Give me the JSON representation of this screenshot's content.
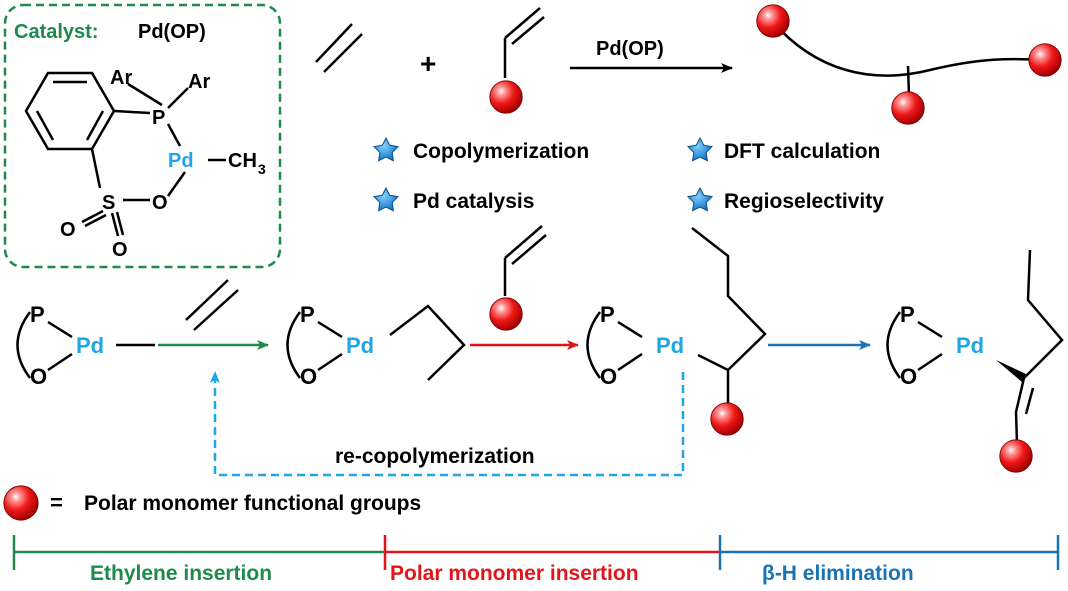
{
  "catalyst_box": {
    "title_label": "Catalyst:",
    "title_name": "Pd(OP)",
    "ar1": "Ar",
    "ar2": "Ar",
    "p": "P",
    "pd": "Pd",
    "ch3": "CH",
    "ch3_sub": "3",
    "s": "S",
    "o_ring": "O",
    "o_left": "O",
    "o_bottom": "O"
  },
  "reaction": {
    "plus": "+",
    "arrow_label": "Pd(OP)"
  },
  "features": [
    {
      "label": "Copolymerization"
    },
    {
      "label": "DFT calculation"
    },
    {
      "label": "Pd catalysis"
    },
    {
      "label": "Regioselectivity"
    }
  ],
  "mechanism": {
    "p_label": "P",
    "pd_label": "Pd",
    "o_label": "O",
    "recopolymerization_label": "re-copolymerization"
  },
  "legend": {
    "equals": "=",
    "text": "Polar monomer functional groups"
  },
  "stages": [
    {
      "label": "Ethylene insertion",
      "color": "#1e8a4c"
    },
    {
      "label": "Polar monomer insertion",
      "color": "#e0161b"
    },
    {
      "label": "β-H elimination",
      "color": "#1a73b5"
    }
  ],
  "colors": {
    "green": "#1e8a4c",
    "dashed_green": "#1e8a4c",
    "red": "#e0161b",
    "blue": "#1a73b5",
    "pd_blue": "#1ea6e6",
    "dashed_blue": "#1ea6e6",
    "star": "#1a8fe0"
  }
}
